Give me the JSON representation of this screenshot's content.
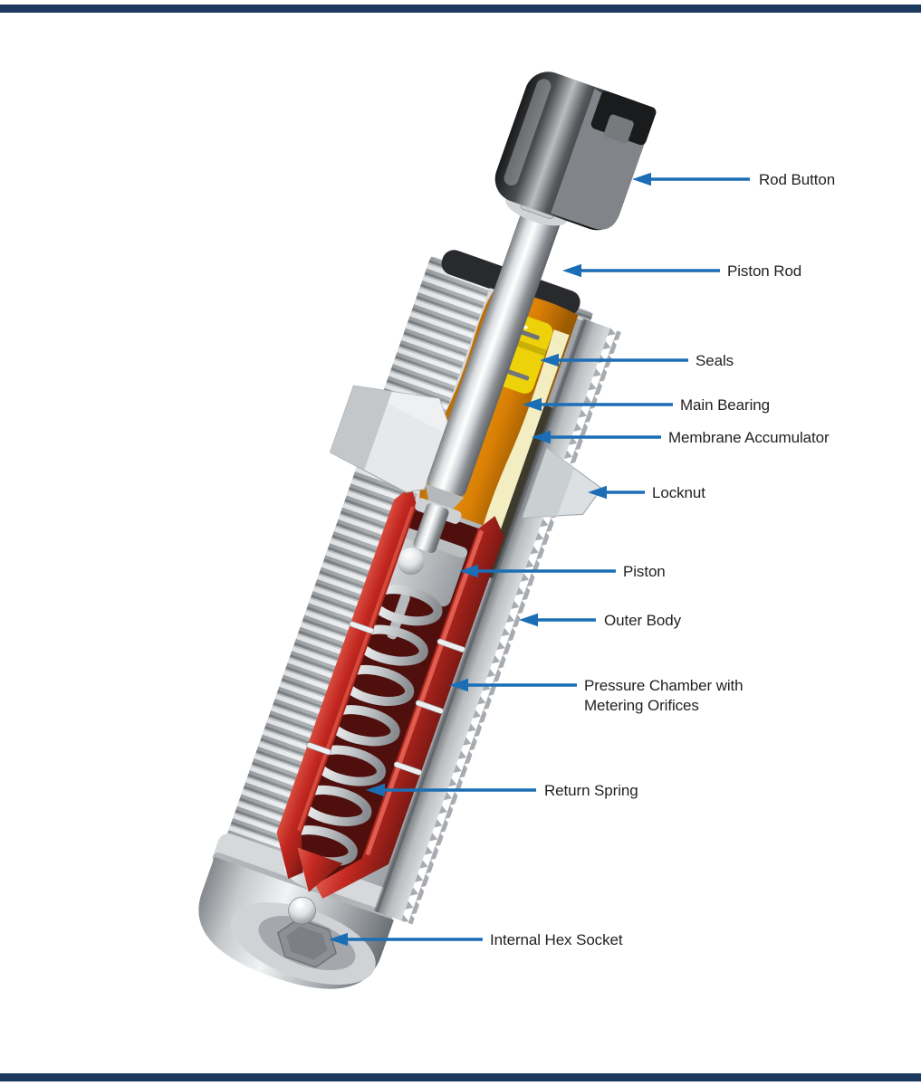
{
  "page": {
    "background": "#ffffff",
    "top_rule_color": "#1c3a5f",
    "bottom_rule_color": "#1c3a5f"
  },
  "diagram": {
    "type": "technical-cutaway-diagram",
    "subject": "Industrial shock absorber cross-section with callout labels",
    "leader_line_color": "#1b6eb5",
    "label_text_color": "#231f20",
    "labels": {
      "rod_button": "Rod Button",
      "piston_rod": "Piston Rod",
      "seals": "Seals",
      "main_bearing": "Main Bearing",
      "membrane_accumulator": "Membrane Accumulator",
      "locknut": "Locknut",
      "piston": "Piston",
      "outer_body": "Outer Body",
      "pressure_chamber_line1": "Pressure Chamber with",
      "pressure_chamber_line2": "Metering Orifices",
      "return_spring": "Return Spring",
      "internal_hex_socket": "Internal Hex Socket"
    },
    "part_colors": {
      "rod_button_black": "#17181a",
      "piston_rod_silver": "#d9dcde",
      "outer_body_silver": "#c6cacd",
      "bearing_orange": "#d97f04",
      "seal_yellow": "#edd20a",
      "membrane_cream": "#f3edc2",
      "chamber_red": "#c1261f",
      "spring_silver": "#c6c9cc",
      "cut_wall_gray": "#9da1a5"
    }
  }
}
